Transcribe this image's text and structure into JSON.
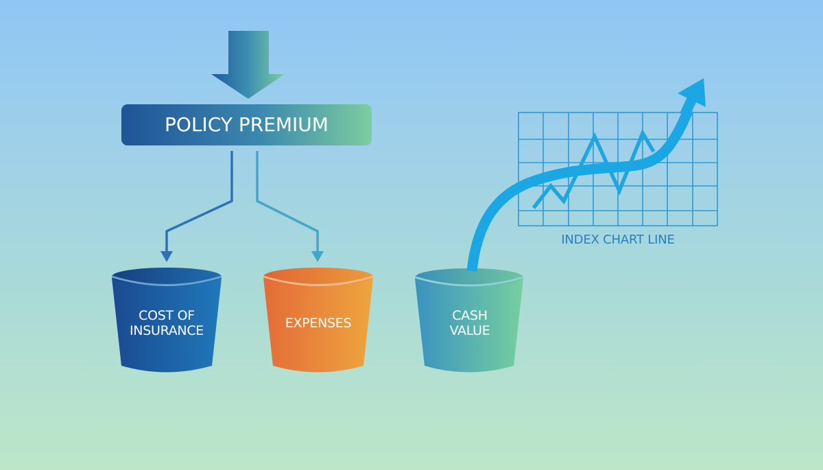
{
  "diagram": {
    "input_arrow": {
      "icon": "down-arrow-icon"
    },
    "premium_box": {
      "label": "POLICY PREMIUM"
    },
    "buckets": [
      {
        "id": "cost-of-insurance",
        "label": "COST OF\nINSURANCE",
        "color_start": "#1d4f96",
        "color_end": "#1f75b8"
      },
      {
        "id": "expenses",
        "label": "EXPENSES",
        "color_start": "#e5713a",
        "color_end": "#eda23e"
      },
      {
        "id": "cash-value",
        "label": "CASH\nVALUE",
        "color_start": "#3d98bf",
        "color_end": "#72cca0"
      }
    ],
    "index_chart": {
      "caption": "INDEX CHART LINE",
      "grid_columns": 8,
      "grid_rows": 5,
      "line_color": "#1fa6e0",
      "grid_color": "#2b9bd8"
    },
    "growth_arrow": {
      "icon": "upward-curved-arrow-icon",
      "color": "#1aa7e3"
    }
  },
  "colors": {
    "background_top": "#8fc6f4",
    "background_bottom": "#bde6c8",
    "premium_gradient_start": "#1f5a9c",
    "premium_gradient_end": "#7ccca0",
    "branch_left": "#2f73b4",
    "branch_right": "#45a4c8",
    "caption": "#2a7fc0"
  }
}
